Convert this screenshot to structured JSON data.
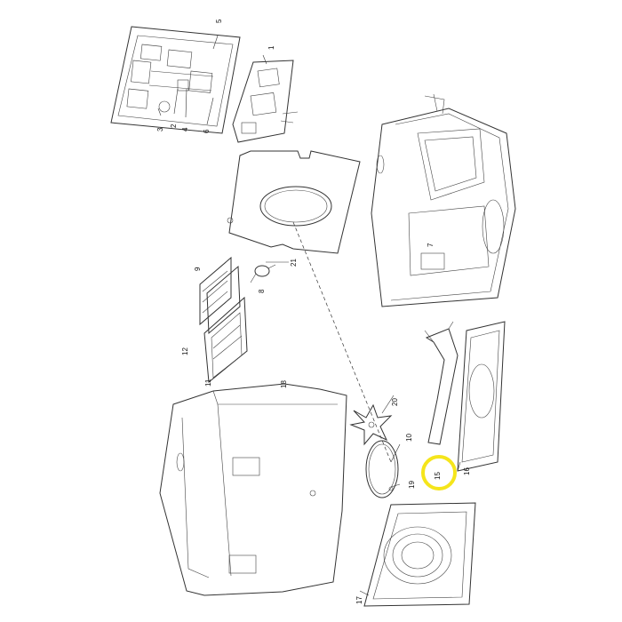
{
  "diagram": {
    "highlight_color": "#f5e51b",
    "line_color": "#333333",
    "background": "#ffffff",
    "callouts": {
      "c1": "1",
      "c2": "2",
      "c3": "3",
      "c4": "4",
      "c5": "5",
      "c6": "6",
      "c7": "7",
      "c8": "8",
      "c9": "9",
      "c10": "10",
      "c11": "11",
      "c12": "12",
      "c15": "15",
      "c16": "16",
      "c17": "17",
      "c18": "18",
      "c19": "19",
      "c20": "20",
      "c21": "21"
    }
  }
}
